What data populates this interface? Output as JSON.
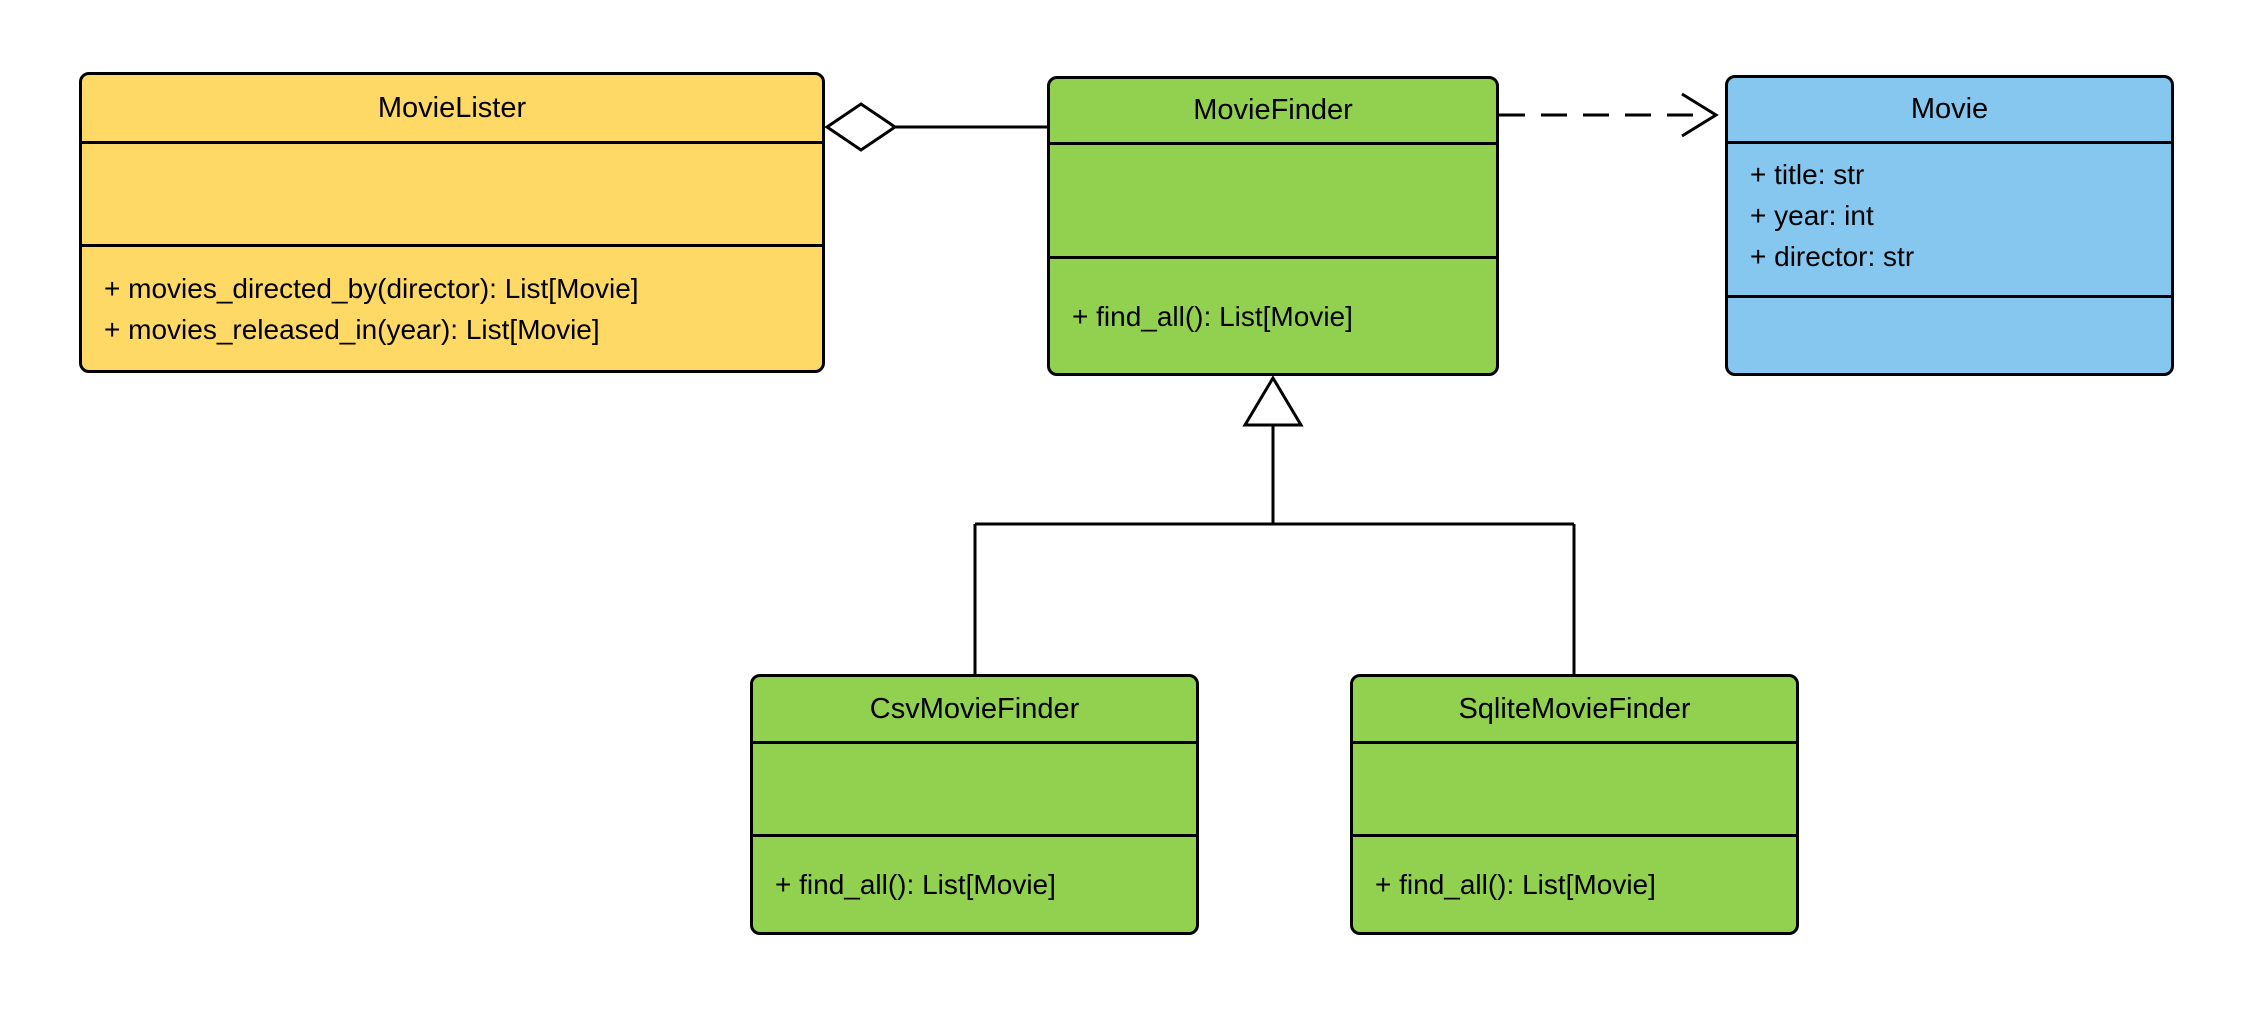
{
  "diagram": {
    "type": "uml-class-diagram",
    "colors": {
      "movie_lister_fill": "#FFD966",
      "finder_fill": "#92D050",
      "movie_fill": "#85C7EE",
      "stroke": "#000000",
      "background": "#FFFFFF"
    },
    "classes": [
      {
        "name": "MovieLister",
        "attributes": [],
        "methods": [
          "+ movies_directed_by(director): List[Movie]",
          "+ movies_released_in(year): List[Movie]"
        ]
      },
      {
        "name": "MovieFinder",
        "attributes": [],
        "methods": [
          "+ find_all(): List[Movie]"
        ]
      },
      {
        "name": "Movie",
        "attributes": [
          "+ title: str",
          "+ year: int",
          "+ director: str"
        ],
        "methods": []
      },
      {
        "name": "CsvMovieFinder",
        "attributes": [],
        "methods": [
          "+ find_all(): List[Movie]"
        ]
      },
      {
        "name": "SqliteMovieFinder",
        "attributes": [],
        "methods": [
          "+ find_all(): List[Movie]"
        ]
      }
    ],
    "relationships": [
      {
        "type": "aggregation",
        "owner": "MovieLister",
        "part": "MovieFinder"
      },
      {
        "type": "dependency",
        "from": "MovieFinder",
        "to": "Movie"
      },
      {
        "type": "inheritance",
        "child": "CsvMovieFinder",
        "parent": "MovieFinder"
      },
      {
        "type": "inheritance",
        "child": "SqliteMovieFinder",
        "parent": "MovieFinder"
      }
    ]
  }
}
